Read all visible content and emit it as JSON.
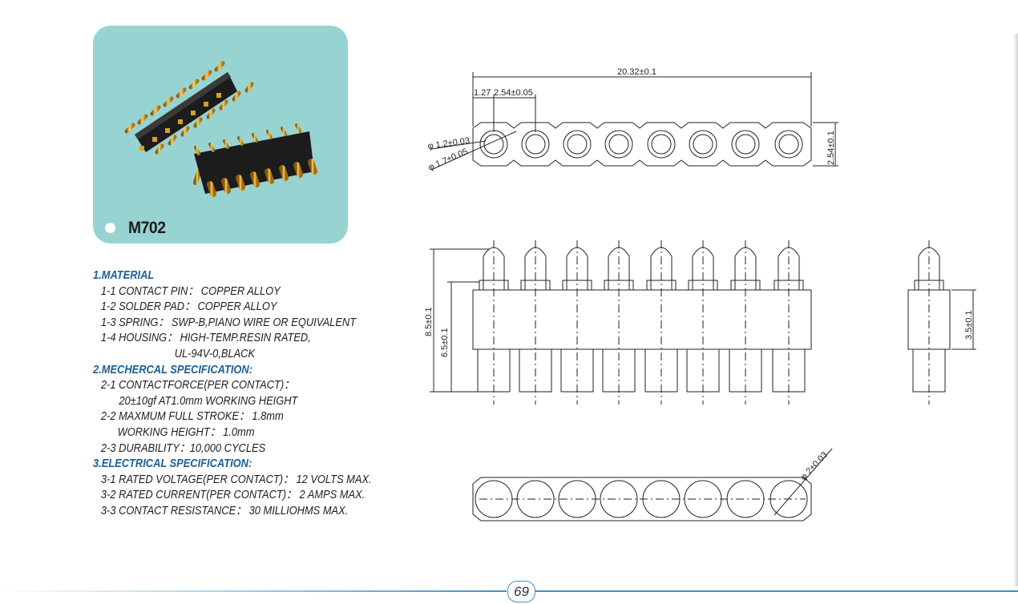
{
  "product": {
    "model": "M702"
  },
  "specs": {
    "material_heading": "1.MATERIAL",
    "contact_pin": "1-1 CONTACT PIN： COPPER ALLOY",
    "solder_pad": "1-2 SOLDER PAD： COPPER ALLOY",
    "spring": "1-3 SPRING： SWP-B,PIANO WIRE OR EQUIVALENT",
    "housing": "1-4 HOUSING： HIGH-TEMP.RESIN RATED,",
    "housing_cont": "UL-94V-0,BLACK",
    "mech_heading": "2.MECHERCAL SPECIFICATION:",
    "contact_force": "2-1 CONTACTFORCE(PER CONTACT)：",
    "contact_force_value": "20±10gf AT1.0mm WORKING HEIGHT",
    "full_stroke": "2-2 MAXMUM FULL STROKE： 1.8mm",
    "working_height": "WORKING HEIGHT： 1.0mm",
    "durability": "2-3 DURABILITY：10,000 CYCLES",
    "elec_heading": "3.ELECTRICAL SPECIFICATION:",
    "rated_voltage": "3-1 RATED VOLTAGE(PER CONTACT)： 12 VOLTS MAX.",
    "rated_current": "3-2 RATED CURRENT(PER CONTACT)： 2 AMPS MAX.",
    "contact_resistance": "3-3 CONTACT RESISTANCE： 30 MILLIOHMS MAX."
  },
  "drawing": {
    "total_length": "20.32±0.1",
    "edge_offset": "1.27",
    "pitch": "2.54±0.05",
    "width": "2.54±0.1",
    "pin_diameter": "φ 1.2±0.03",
    "hole_diameter": "φ 1.7±0.05",
    "total_height": "8.5±0.1",
    "body_height": "6.5±0.1",
    "housing_height": "3.5±0.1",
    "pad_diameter": "φ 2±0.03"
  },
  "footer": {
    "page_number": "69"
  },
  "colors": {
    "heading": "#1a5f95",
    "card": "#97d3d1",
    "footer_accent": "#3d8fc9"
  }
}
